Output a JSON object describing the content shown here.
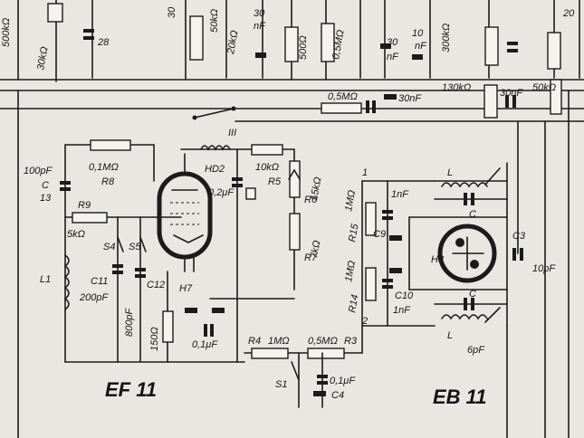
{
  "top_values": [
    "500kΩ",
    "30kΩ",
    "28",
    "30",
    "50kΩ",
    "20kΩ",
    "30",
    "nF",
    "500Ω",
    "0,5MΩ",
    "30",
    "nF",
    "300kΩ",
    "10",
    "nF",
    "20"
  ],
  "bus_values": [
    "0,5MΩ",
    "30nF",
    "130kΩ",
    "30nF",
    "50kΩ"
  ],
  "switch_III": "III",
  "ef11": {
    "title": "EF 11",
    "C13": {
      "value": "100pF",
      "name": "C",
      "index": "13"
    },
    "R8": {
      "value": "0,1MΩ",
      "name": "R8"
    },
    "HD2": "HD2",
    "R5": {
      "value": "10kΩ",
      "name": "R5"
    },
    "R6": {
      "value": "15kΩ",
      "name": "R6"
    },
    "R7": {
      "value": "7kΩ",
      "name": "R7"
    },
    "R9": {
      "value": "5kΩ",
      "name": "R9"
    },
    "S4": "S4",
    "S5": "S5",
    "L1": "L1",
    "C11": {
      "name": "C11",
      "value": "200pF"
    },
    "C12": {
      "name": "C12",
      "value": "800pF"
    },
    "H7": "H7",
    "cap_02": "0,2μF",
    "cap_01": "0,1μF",
    "R150": "150Ω",
    "R4": {
      "name": "R4",
      "value": "1MΩ"
    },
    "R3": {
      "name": "R3",
      "value": "0,5MΩ"
    },
    "S1": "S1",
    "C4": {
      "name": "C4",
      "value": "0,1μF"
    }
  },
  "eb11": {
    "title": "EB 11",
    "node1": "1",
    "node2": "2",
    "R15": {
      "name": "R15",
      "value": "1MΩ"
    },
    "R14": {
      "name": "R14",
      "value": "1MΩ"
    },
    "C9": {
      "name": "C9",
      "value": "1nF"
    },
    "C10": {
      "name": "C10",
      "value": "1nF"
    },
    "H8": "H8",
    "L_top": "L",
    "C_top": "C",
    "L_bot": "L",
    "C_bot": "C",
    "C3": {
      "name": "C3",
      "value": "10pF"
    },
    "cap_6pF": "6pF"
  }
}
